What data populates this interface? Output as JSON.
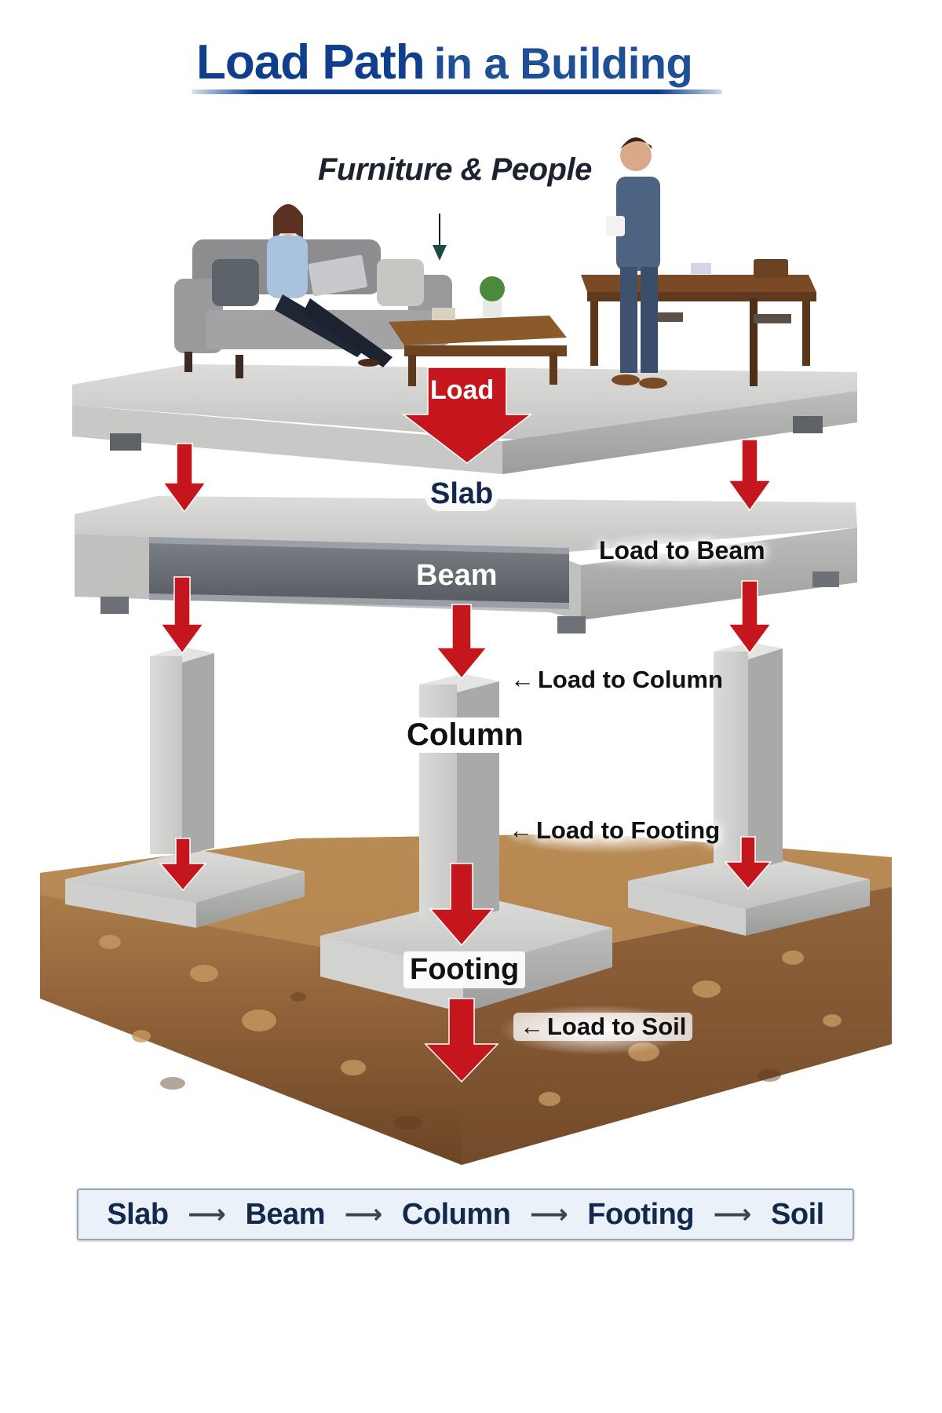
{
  "title": {
    "bold_part": "Load Path",
    "regular_part": "in a Building"
  },
  "colors": {
    "title_blue": "#0e3e8c",
    "load_arrow_red": "#c4161c",
    "concrete_gray": "#c9c9c7",
    "beam_steel": "#6a6f75",
    "soil_brown": "#9a6a38",
    "summary_text": "#13294b",
    "summary_bg": "#eaf1f8"
  },
  "labels": {
    "furniture_people": "Furniture & People",
    "load": "Load",
    "slab": "Slab",
    "beam": "Beam",
    "load_to_beam": "Load to Beam",
    "load_to_column": "Load to Column",
    "column": "Column",
    "load_to_footing": "Load to Footing",
    "footing": "Footing",
    "load_to_soil": "Load to Soil",
    "pointer_arrow": "←"
  },
  "icons": {
    "down_arrow": "down-arrow-icon",
    "left_pointer": "left-arrow-icon",
    "right_flow": "right-arrow-icon"
  },
  "summary": {
    "steps": [
      "Slab",
      "Beam",
      "Column",
      "Footing",
      "Soil"
    ],
    "separator": "⟶"
  }
}
